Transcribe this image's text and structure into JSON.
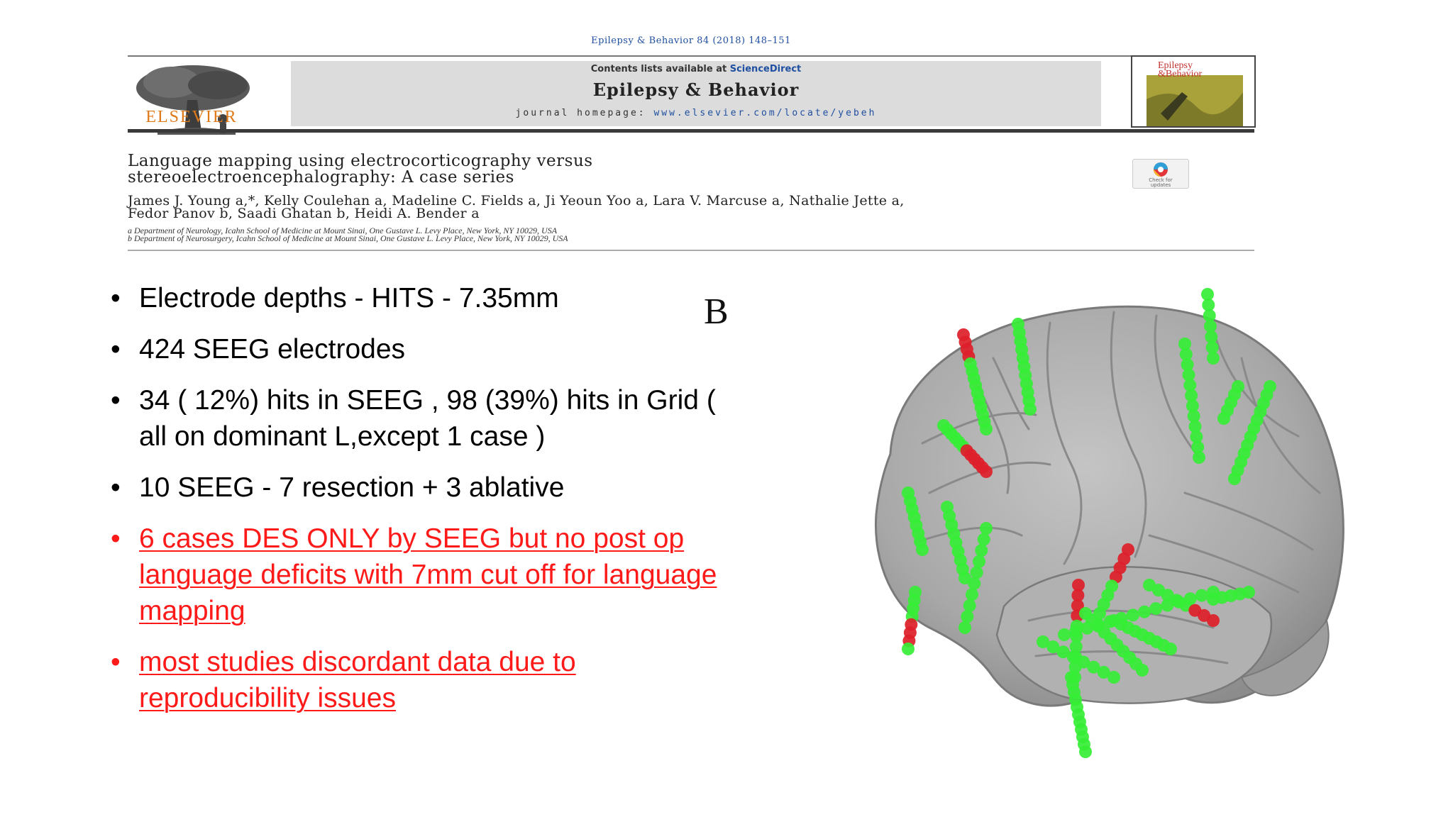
{
  "paper_header": {
    "citation": "Epilepsy & Behavior 84 (2018) 148–151",
    "contents_prefix": "Contents lists available at ",
    "contents_link": "ScienceDirect",
    "journal_name": "Epilepsy & Behavior",
    "homepage_prefix": "journal homepage: ",
    "homepage_url": "www.elsevier.com/locate/yebeh",
    "publisher": "ELSEVIER",
    "cover_title_line1": "Epilepsy",
    "cover_title_line2": "&Behavior",
    "check_updates_line1": "Check for",
    "check_updates_line2": "updates",
    "title_line1": "Language mapping using electrocorticography versus",
    "title_line2": "stereoelectroencephalography: A case series",
    "authors_line1": "James J. Young a,*, Kelly Coulehan a, Madeline C. Fields a, Ji Yeoun Yoo a, Lara V. Marcuse a, Nathalie Jette a,",
    "authors_line2": "Fedor Panov b, Saadi Ghatan b, Heidi A. Bender a",
    "affiliation_a": "a Department of Neurology, Icahn School of Medicine at Mount Sinai, One Gustave L. Levy Place, New York, NY 10029, USA",
    "affiliation_b": "b Department of Neurosurgery, Icahn School of Medicine at Mount Sinai, One Gustave L. Levy Place, New York, NY 10029, USA"
  },
  "bullets": [
    {
      "text": " Electrode depths - HITS - 7.35mm",
      "style": "black"
    },
    {
      "text": " 424 SEEG electrodes",
      "style": "black"
    },
    {
      "text": "  34 ( 12%) hits in SEEG , 98 (39%) hits in Grid ( all on dominant L,except 1 case )",
      "style": "black"
    },
    {
      "text": " 10 SEEG - 7 resection + 3 ablative",
      "style": "black"
    },
    {
      "text": "6 cases  DES  ONLY  by SEEG but  no post op language deficits with 7mm cut off for language mapping",
      "style": "red"
    },
    {
      "text": " most studies discordant data due to reproducibility issues",
      "style": "red"
    }
  ],
  "bullet_char": "•",
  "figure": {
    "panel_label": "B",
    "colors": {
      "hit": "#dd1f2a",
      "no_hit": "#35ee35",
      "brain": "#a9a9a9"
    }
  }
}
